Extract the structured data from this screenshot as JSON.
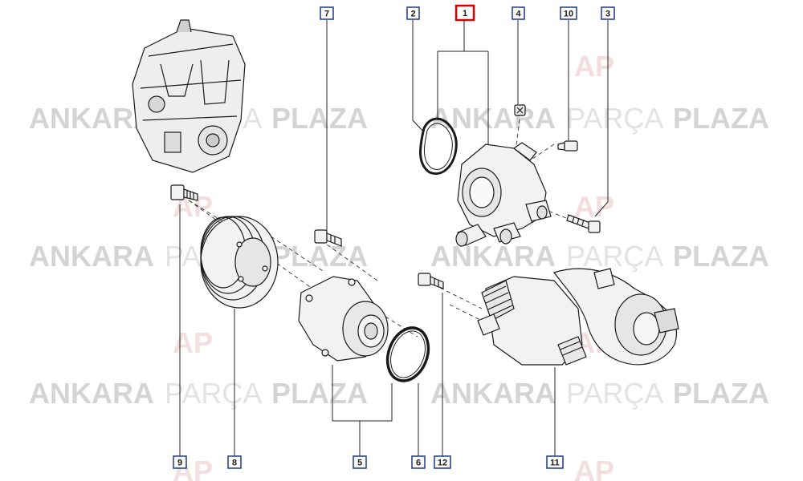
{
  "watermark": {
    "word1": "ANKARA",
    "word2": "PARÇA",
    "word3": "PLAZA",
    "logo": "AP",
    "color_bold": "#d4d4d4",
    "color_light": "#e3e3e3",
    "logo_color": "#f2dede"
  },
  "colors": {
    "line": "#222222",
    "callout_box": "#1a3b8c",
    "highlight_box": "#d60000",
    "part_fill": "#f2f2f2"
  },
  "callouts": {
    "c1": "1",
    "c2": "2",
    "c3": "3",
    "c4": "4",
    "c5": "5",
    "c6": "6",
    "c7": "7",
    "c8": "8",
    "c9": "9",
    "c10": "10",
    "c11": "11",
    "c12": "12"
  }
}
